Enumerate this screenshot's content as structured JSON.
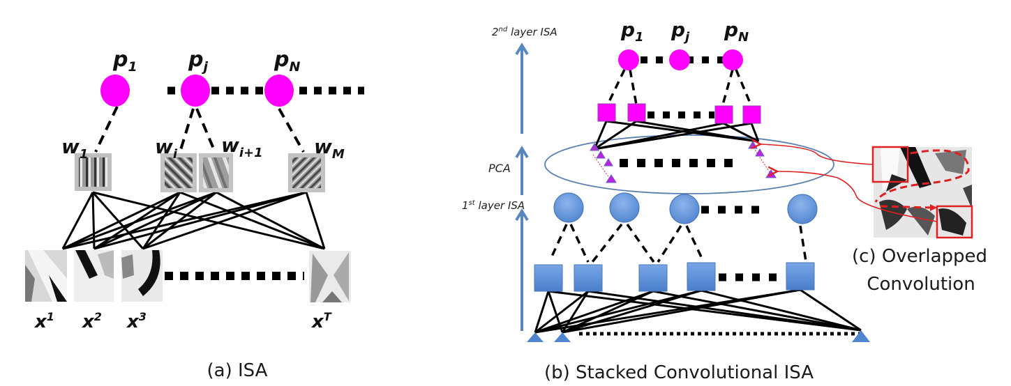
{
  "colors": {
    "pool_magenta": "#ff00ff",
    "unit_blue": "#5b8fd6",
    "unit_blue_stroke": "#4a78b8",
    "arrow_blue": "#5a86c0",
    "connection_black": "#000000",
    "highlight_red": "#e02020",
    "ellipse_stroke": "#5a80b0"
  },
  "panel_a": {
    "caption": "(a) ISA",
    "pooling_nodes": [
      {
        "name": "p",
        "sub": "1"
      },
      {
        "name": "p",
        "sub": "j"
      },
      {
        "name": "p",
        "sub": "N"
      }
    ],
    "filters": [
      {
        "name": "w",
        "sub": "1"
      },
      {
        "name": "w",
        "sub": "i"
      },
      {
        "name": "w",
        "sub": "i+1"
      },
      {
        "name": "w",
        "sub": "M"
      }
    ],
    "inputs": [
      {
        "name": "x",
        "sup": "1"
      },
      {
        "name": "x",
        "sup": "2"
      },
      {
        "name": "x",
        "sup": "3"
      },
      {
        "name": "x",
        "sup": "T"
      }
    ]
  },
  "panel_b": {
    "caption": "(b) Stacked Convolutional ISA",
    "stage_labels": [
      {
        "ordinal": "2",
        "suffix": "nd",
        "text": " layer ISA"
      },
      {
        "text": "PCA"
      },
      {
        "ordinal": "1",
        "suffix": "st",
        "text": " layer ISA"
      }
    ],
    "pooling_nodes": [
      {
        "name": "p",
        "sub": "1"
      },
      {
        "name": "p",
        "sub": "j"
      },
      {
        "name": "p",
        "sub": "N"
      }
    ]
  },
  "panel_c": {
    "caption_line1": "(c) Overlapped",
    "caption_line2": "Convolution"
  }
}
